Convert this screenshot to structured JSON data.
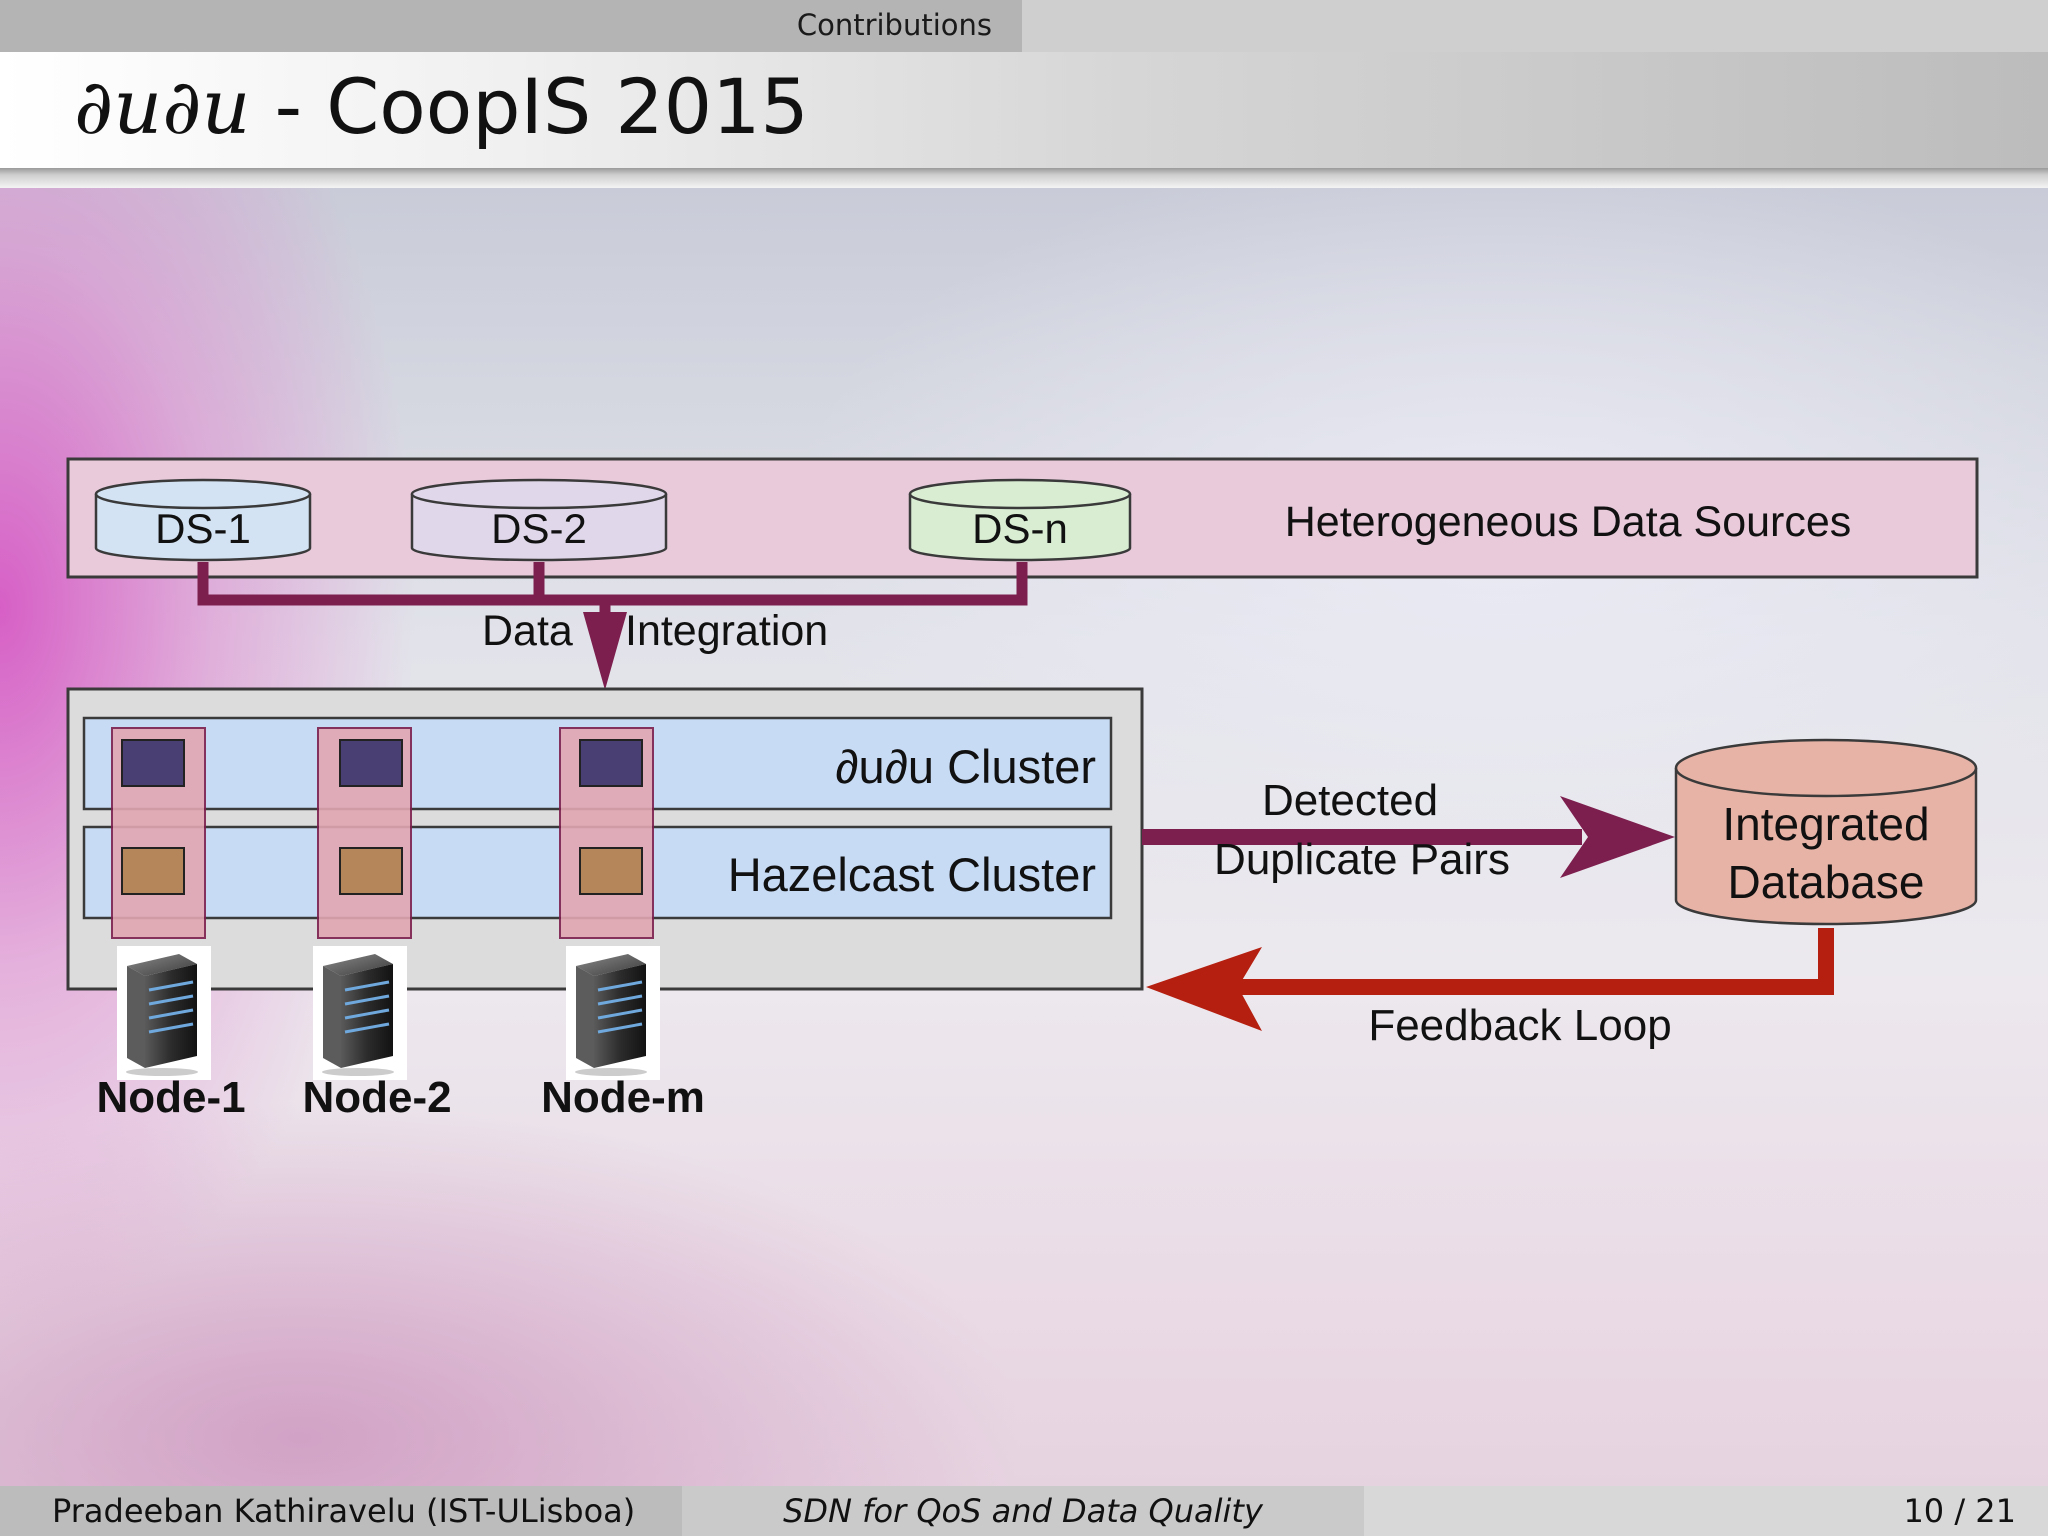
{
  "header": {
    "section": "Contributions",
    "title_math": "∂u∂u",
    "title_rest": " - CoopIS 2015"
  },
  "diagram": {
    "sources_label": "Heterogeneous Data Sources",
    "sources": [
      "DS-1",
      "DS-2",
      "DS-n"
    ],
    "integration_label_a": "Data",
    "integration_label_b": "Integration",
    "cluster_label": "∂u∂u Cluster",
    "hazelcast_label": "Hazelcast Cluster",
    "nodes": [
      "Node-1",
      "Node-2",
      "Node-m"
    ],
    "detected_a": "Detected",
    "detected_b": "Duplicate Pairs",
    "db_a": "Integrated",
    "db_b": "Database",
    "feedback": "Feedback Loop",
    "colors": {
      "sources_box": "#e8cadb",
      "ds1": "#d3e3f3",
      "ds2": "#e0d8ea",
      "dsn": "#d9edd3",
      "connector": "#7d1f4e",
      "cluster_panel": "#dcdcdc",
      "cluster_row": "#c8dbf5",
      "node_column": "#e2a6b2",
      "cluster_square": "#4a3f72",
      "hazel_square": "#b4865a",
      "database": "#e6b3a6",
      "feedback": "#b41f0f"
    }
  },
  "footer": {
    "author": "Pradeeban Kathiravelu  (IST-ULisboa)",
    "talk": "SDN for QoS and Data Quality",
    "page": "10 / 21"
  }
}
